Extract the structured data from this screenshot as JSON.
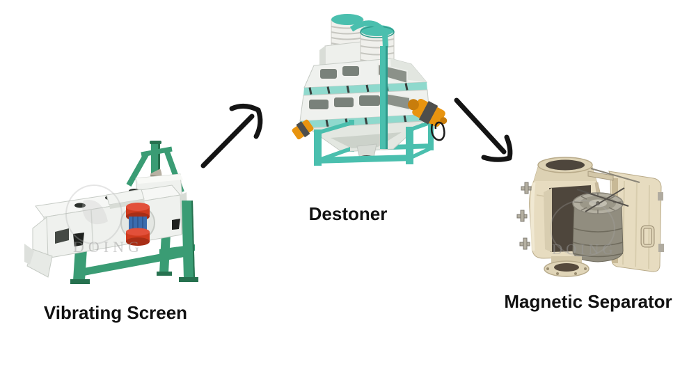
{
  "page": {
    "background_color": "#ffffff"
  },
  "flow": {
    "steps": [
      {
        "id": "vibrating-screen",
        "label": "Vibrating Screen",
        "image": "vibrating-screen-photo"
      },
      {
        "id": "destoner",
        "label": "Destoner",
        "image": "destoner-photo"
      },
      {
        "id": "magnetic-separator",
        "label": "Magnetic Separator",
        "image": "magnetic-separator-photo"
      }
    ],
    "arrows": [
      {
        "id": "arrow-vibrating-screen-to-destoner",
        "direction": "up-right"
      },
      {
        "id": "arrow-destoner-to-magnetic-separator",
        "direction": "down-right"
      }
    ]
  },
  "watermark": {
    "text": "DOING"
  },
  "colors": {
    "label_black": "#111111",
    "arrow_black": "#141414",
    "frame_green": "#3a9c74",
    "frame_green_dark": "#26714f",
    "frame_teal": "#4abfae",
    "frame_teal_dark": "#2f9a8b",
    "frame_teal_light": "#8fd9cd",
    "machine_body_white": "#eff1ee",
    "machine_body_shade": "#d8dcd6",
    "window_glass_gray": "#79817a",
    "motor_red": "#cf3b1e",
    "motor_blue": "#3a6cae",
    "motor_orange": "#e8940f",
    "hose_gray": "#b7b0a2",
    "separator_beige": "#e7dcc0",
    "separator_beige_dark": "#c8b996",
    "drum_gray": "#918d7f",
    "interior_dark": "#4e463c",
    "watermark_gray": "#9a9a9a"
  }
}
